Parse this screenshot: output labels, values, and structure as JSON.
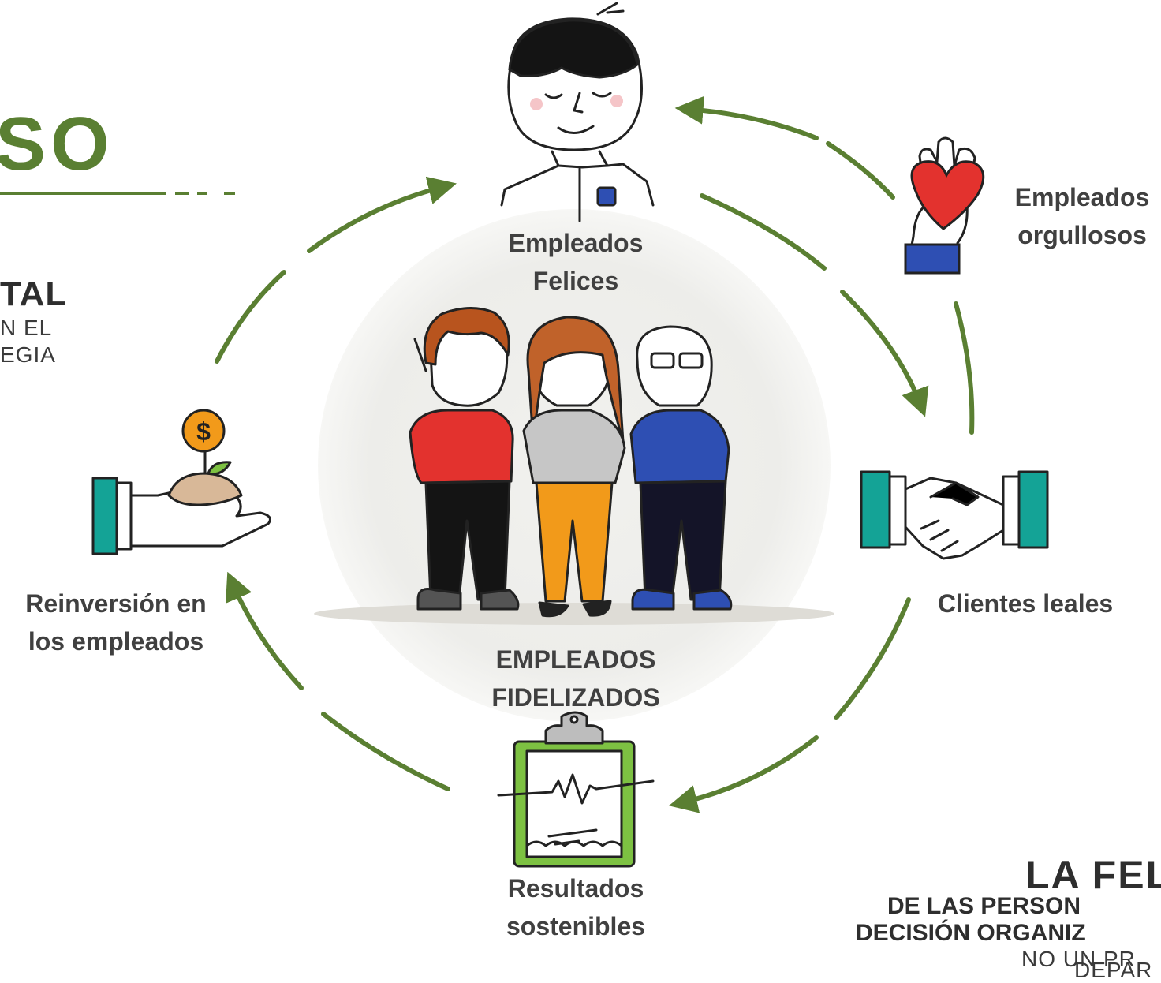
{
  "title_fragment": "SO",
  "left_text": {
    "line1": "TAL",
    "line2": "N EL",
    "line3": "EGIA"
  },
  "cycle": {
    "top": "Empleados Felices",
    "top_line1": "Empleados",
    "top_line2": "Felices",
    "right": "Clientes leales",
    "bottom_line1": "Resultados",
    "bottom_line2": "sostenibles",
    "left_line1": "Reinversión en",
    "left_line2": "los empleados",
    "outer_line1": "Empleados",
    "outer_line2": "orgullosos"
  },
  "center": {
    "line1": "EMPLEADOS",
    "line2": "FIDELIZADOS"
  },
  "footer_text": {
    "line1": "LA FEL",
    "line2": "DE LAS PERSON",
    "line3": "DECISIÓN ORGANIZ",
    "line4": "NO UN PR",
    "line5": "DEPAR"
  },
  "colors": {
    "arrow": "#5a7f32",
    "red": "#e3322e",
    "orange": "#f29a1a",
    "blue": "#2e4fb3",
    "teal": "#14a396",
    "green_clip": "#7dc142"
  },
  "icons": [
    "happy-man-icon",
    "heart-in-hand-icon",
    "handshake-icon",
    "clipboard-chart-icon",
    "money-plant-hand-icon",
    "team-group-illustration"
  ]
}
